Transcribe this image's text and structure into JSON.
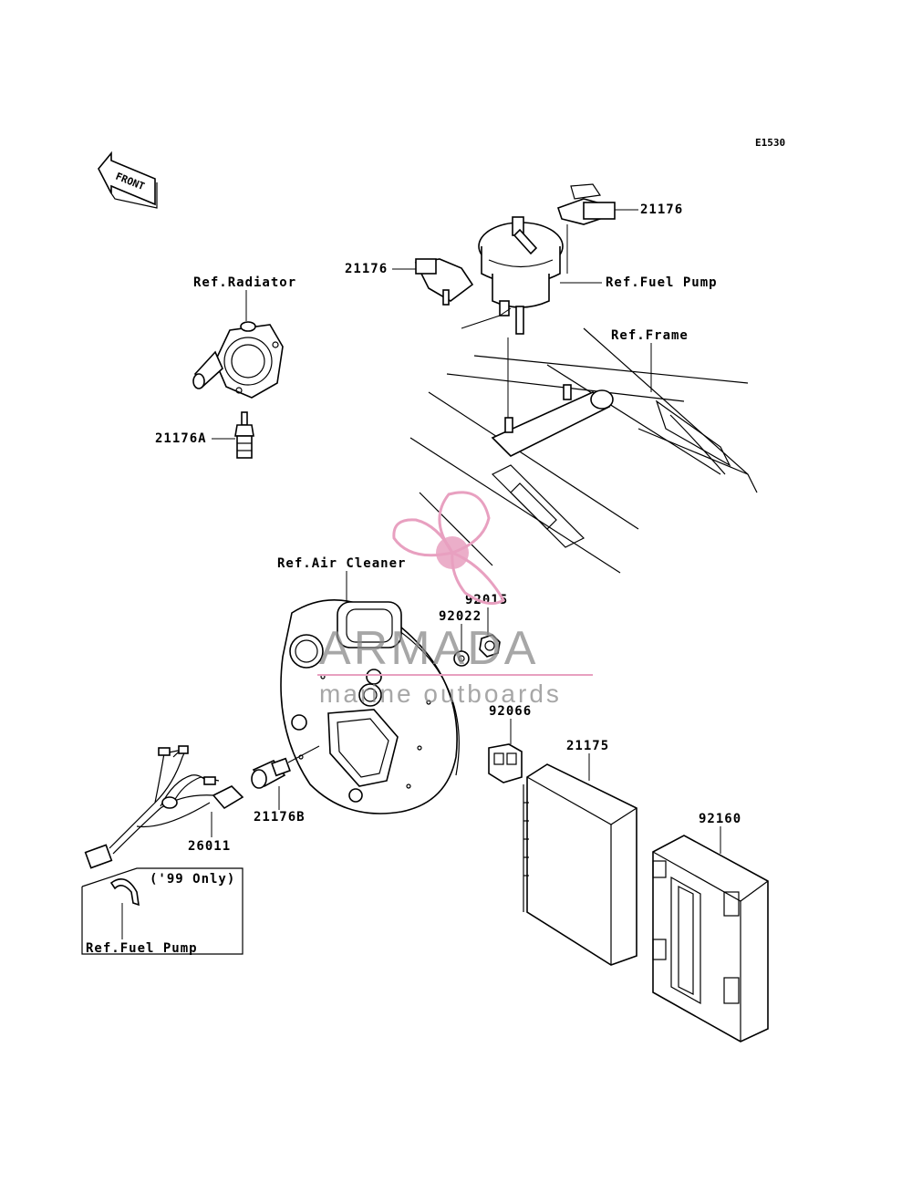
{
  "diagram_code": "E1530",
  "front_arrow": "FRONT",
  "callouts": {
    "p21176_top": "21176",
    "p21176_left": "21176",
    "ref_fuel_pump_top": "Ref.Fuel Pump",
    "ref_radiator": "Ref.Radiator",
    "ref_frame": "Ref.Frame",
    "p21176A": "21176A",
    "ref_air_cleaner": "Ref.Air Cleaner",
    "p92015": "92015",
    "p92022": "92022",
    "p92066": "92066",
    "p21175": "21175",
    "p92160": "92160",
    "p21176B": "21176B",
    "p26011": "26011",
    "only_99": "('99 Only)",
    "ref_fuel_pump_box": "Ref.Fuel Pump"
  },
  "watermark": {
    "brand": "ARMADA",
    "tagline": "marine outboards",
    "accent_color": "#e8a0c0",
    "text_color": "#8a8a8a"
  }
}
